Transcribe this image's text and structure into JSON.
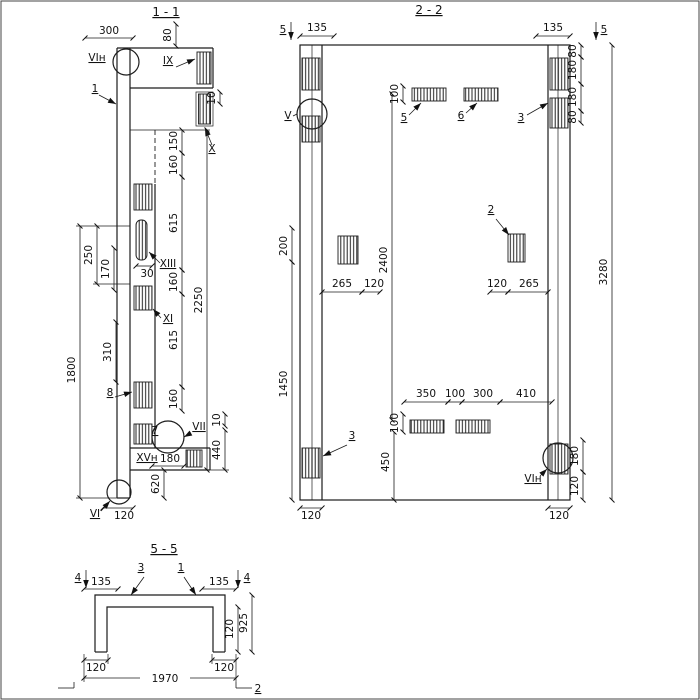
{
  "s11": {
    "title": "1 - 1",
    "vin": "VIн",
    "ix": "IX",
    "x": "X",
    "xiii": "XIII",
    "xi": "XI",
    "vii": "VII",
    "xvn": "XVн",
    "vi": "VI",
    "item1": "1",
    "item7": "7",
    "item8": "8",
    "d300": "300",
    "d80": "80",
    "d10t": "10",
    "d150": "150",
    "d160a": "160",
    "d615a": "615",
    "d160b": "160",
    "d615b": "615",
    "d160c": "160",
    "d250": "250",
    "d170": "170",
    "d30": "30",
    "d310": "310",
    "d1800": "1800",
    "d2250": "2250",
    "d10b": "10",
    "d440": "440",
    "d180": "180",
    "d620": "620",
    "d120": "120"
  },
  "s22": {
    "title": "2 - 2",
    "cut5l": "5",
    "cut5r": "5",
    "d135l": "135",
    "d135r": "135",
    "d80a": "80",
    "d180a": "180",
    "d180b": "180",
    "d80b": "80",
    "d3280": "3280",
    "d2400": "2400",
    "d100t": "100",
    "item5": "5",
    "item6": "6",
    "item3t": "3",
    "item2": "2",
    "item3b": "3",
    "v": "V",
    "vin": "VIн",
    "d200": "200",
    "d1450": "1450",
    "d265l": "265",
    "d120l": "120",
    "d120r": "120",
    "d265r": "265",
    "d350": "350",
    "d100m": "100",
    "d300": "300",
    "d410": "410",
    "d100b": "100",
    "d450": "450",
    "d180bot": "180",
    "d120bot": "120",
    "d120bl": "120",
    "d120br": "120"
  },
  "s55": {
    "title": "5 - 5",
    "cut4l": "4",
    "cut4r": "4",
    "cut2": "2",
    "d135l": "135",
    "d135r": "135",
    "item3": "3",
    "item1": "1",
    "d120f": "120",
    "d925": "925",
    "d120bl": "120",
    "d120br": "120",
    "d1970": "1970"
  }
}
